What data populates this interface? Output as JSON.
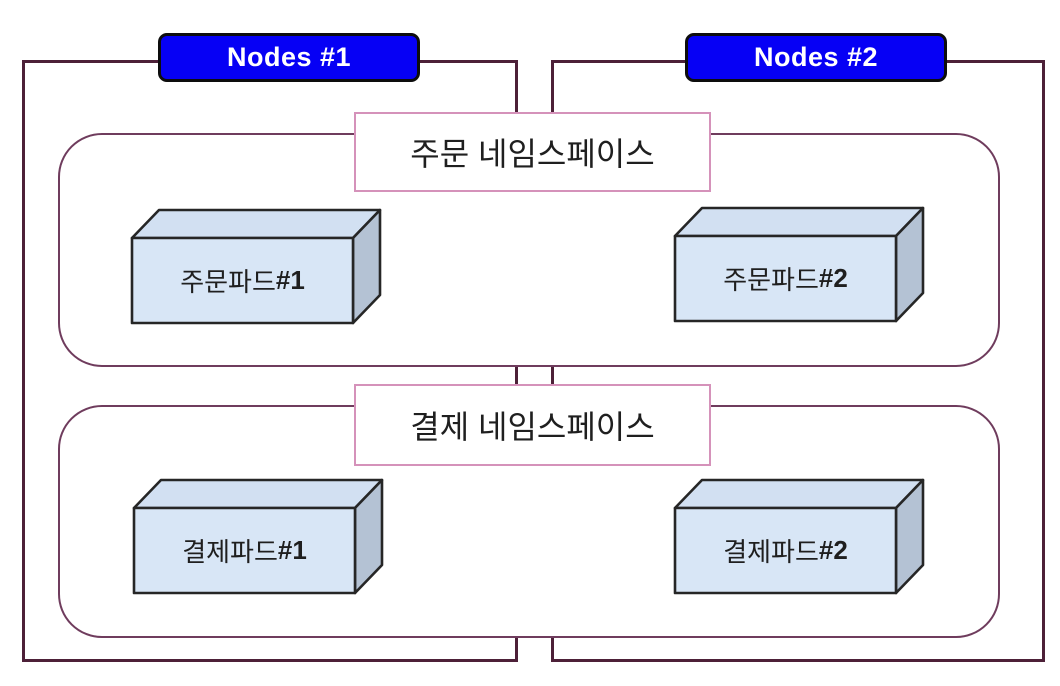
{
  "diagram": {
    "title": "kubernetes-nodes-namespaces-pods",
    "nodes": [
      {
        "label": "Nodes #1"
      },
      {
        "label": "Nodes #2"
      }
    ],
    "namespaces": [
      {
        "label": "주문 네임스페이스",
        "pods": [
          {
            "label": "주문파드#1",
            "prefix": "주문파드",
            "suffix": "#1"
          },
          {
            "label": "주문파드#2",
            "prefix": "주문파드",
            "suffix": "#2"
          }
        ]
      },
      {
        "label": "결제 네임스페이스",
        "pods": [
          {
            "label": "결제파드#1",
            "prefix": "결제파드",
            "suffix": "#1"
          },
          {
            "label": "결제파드#2",
            "prefix": "결제파드",
            "suffix": "#2"
          }
        ]
      }
    ],
    "colors": {
      "node_border": "#4D2038",
      "namespace_border": "#6F3C5D",
      "label_border": "#D592BA",
      "node_label_bg": "#0600F5",
      "node_label_border": "#0d0d0d",
      "pod_fill": "#D8E6F6",
      "pod_top": "#D2E0F2",
      "pod_side": "#B4C2D4",
      "pod_border": "#262626",
      "text_dark": "#1f1f1f"
    }
  }
}
